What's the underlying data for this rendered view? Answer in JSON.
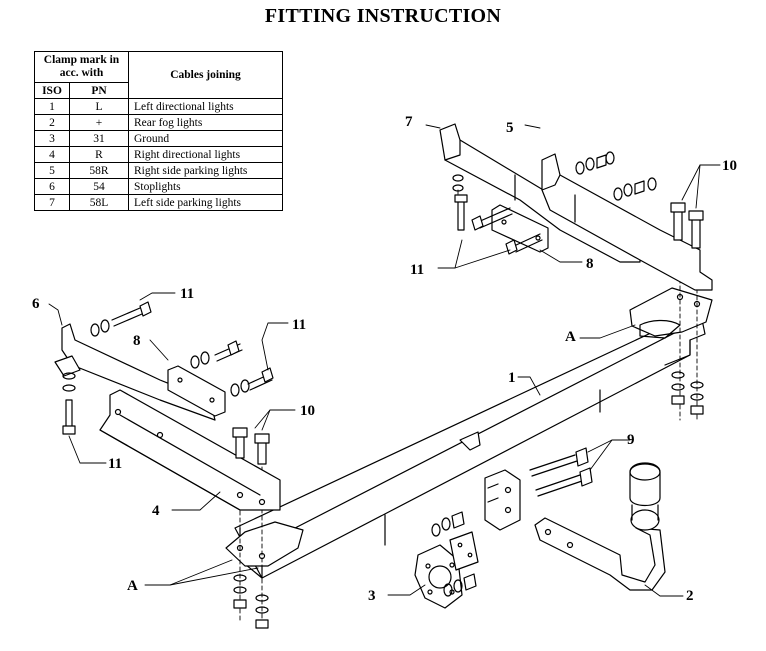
{
  "title": "FITTING INSTRUCTION",
  "table": {
    "header_clamp": "Clamp mark in acc. with",
    "header_iso": "ISO",
    "header_pn": "PN",
    "header_cables": "Cables joining",
    "rows": [
      {
        "iso": "1",
        "pn": "L",
        "desc": "Left directional lights"
      },
      {
        "iso": "2",
        "pn": "+",
        "desc": "Rear fog lights"
      },
      {
        "iso": "3",
        "pn": "31",
        "desc": "Ground"
      },
      {
        "iso": "4",
        "pn": "R",
        "desc": "Right directional lights"
      },
      {
        "iso": "5",
        "pn": "58R",
        "desc": "Right side parking lights"
      },
      {
        "iso": "6",
        "pn": "54",
        "desc": "Stoplights"
      },
      {
        "iso": "7",
        "pn": "58L",
        "desc": "Left side parking lights"
      }
    ]
  },
  "labels": {
    "l1": "1",
    "l2": "2",
    "l3": "3",
    "l4": "4",
    "l5": "5",
    "l6": "6",
    "l7": "7",
    "l8a": "8",
    "l8b": "8",
    "l9": "9",
    "l10a": "10",
    "l10b": "10",
    "l11a": "11",
    "l11b": "11",
    "l11c": "11",
    "l11d": "11",
    "lAa": "A",
    "lAb": "A"
  }
}
